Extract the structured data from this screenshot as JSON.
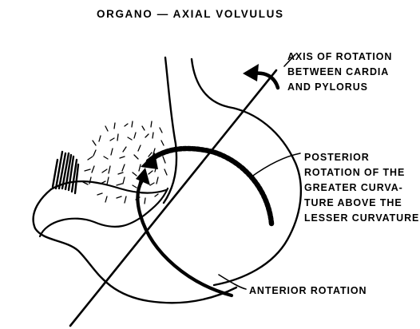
{
  "title": "ORGANO — AXIAL VOLVULUS",
  "labels": {
    "axis": [
      "AXIS OF ROTATION",
      "BETWEEN CARDIA",
      "AND PYLORUS"
    ],
    "posterior": [
      "POSTERIOR",
      "ROTATION OF THE",
      "GREATER CURVA-",
      "TURE ABOVE THE",
      "LESSER CURVATURE"
    ],
    "anterior": "ANTERIOR ROTATION"
  },
  "colors": {
    "ink": "#000000",
    "paper": "#ffffff"
  }
}
